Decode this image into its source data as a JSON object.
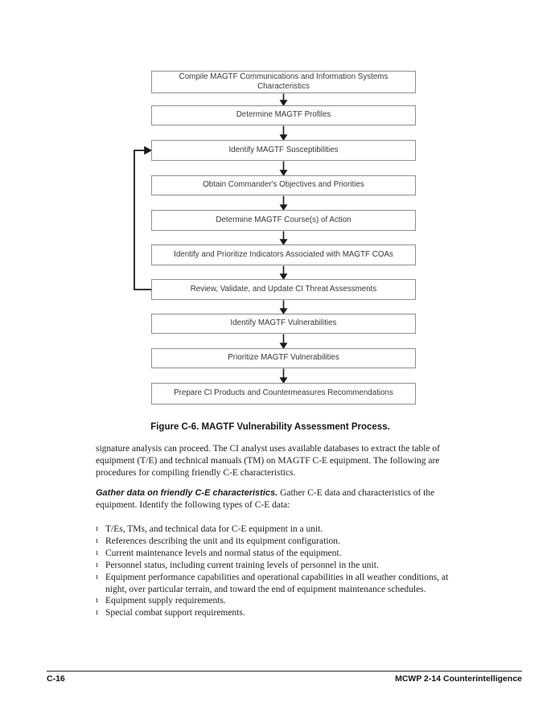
{
  "document": {
    "figure": {
      "type": "flowchart",
      "caption": "Figure C-6. MAGTF Vulnerability Assessment Process.",
      "boxes": [
        "Compile MAGTF Communications and Information Systems Characteristics",
        "Determine MAGTF Profiles",
        "Identify MAGTF Susceptibilities",
        "Obtain Commander's Objectives and Priorities",
        "Determine MAGTF Course(s) of Action",
        "Identify and Prioritize Indicators Associated with MAGTF COAs",
        "Review, Validate, and Update CI Threat Assessments",
        "Identify MAGTF Vulnerabilities",
        "Prioritize MAGTF Vulnerabilities",
        "Prepare CI Products and Countermeasures Recommendations"
      ],
      "flow": "top-to-bottom, single column, arrow between each step",
      "feedback_arrow": {
        "from_box_index": 6,
        "to_box_index": 2
      }
    },
    "body": {
      "paragraph_1": "signature analysis can proceed. The CI analyst uses available databases to extract the table of equipment (T/E) and technical manuals (TM) on MAGTF C-E equipment. The following are procedures for compiling friendly C-E characteristics.",
      "paragraph_2_lead": "Gather data on friendly C-E characteristics.",
      "paragraph_2_rest": " Gather C-E data and characteristics of the equipment. Identify the following types of C-E data:",
      "bullet_glyph": "ı",
      "bullets": [
        "T/Es, TMs, and technical data for C-E equipment in a unit.",
        "References describing the unit and its equipment configuration.",
        "Current maintenance levels and normal status of the equipment.",
        "Personnel status, including current training levels of personnel in the unit.",
        "Equipment performance capabilities and operational capabilities in all weather conditions, at night, over particular terrain, and toward the end of equipment maintenance schedules.",
        "Equipment supply requirements.",
        "Special combat support requirements."
      ]
    },
    "footer": {
      "page_number": "C-16",
      "publication": "MCWP 2-14 Counterintelligence"
    },
    "colors": {
      "background": "#ffffff",
      "text": "#1d1d1d",
      "box_border": "#8f8f8f",
      "arrow": "#1a1a1a"
    }
  }
}
